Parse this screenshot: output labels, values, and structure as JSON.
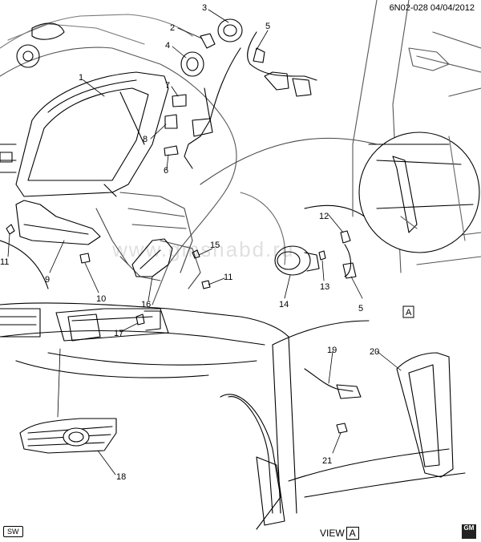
{
  "header": {
    "ref": "6N02-028  04/04/2012"
  },
  "watermark": "www.gmsnabd.ru",
  "footer": {
    "sw_badge": "SW",
    "view_label": "VIEW",
    "view_ref": "A",
    "logo": "GM"
  },
  "callouts": {
    "c1": "1",
    "c2": "2",
    "c3": "3",
    "c4": "4",
    "c5a": "5",
    "c5b": "5",
    "c6": "6",
    "c7": "7",
    "c8": "8",
    "c9": "9",
    "c10": "10",
    "c11a": "11",
    "c11b": "11",
    "c12": "12",
    "c13": "13",
    "c14": "14",
    "c15": "15",
    "c16": "16",
    "c17": "17",
    "c18": "18",
    "c19": "19",
    "c20": "20",
    "c21": "21",
    "viewA": "A"
  },
  "colors": {
    "line": "#000000",
    "light": "#888888",
    "bg": "#ffffff"
  }
}
